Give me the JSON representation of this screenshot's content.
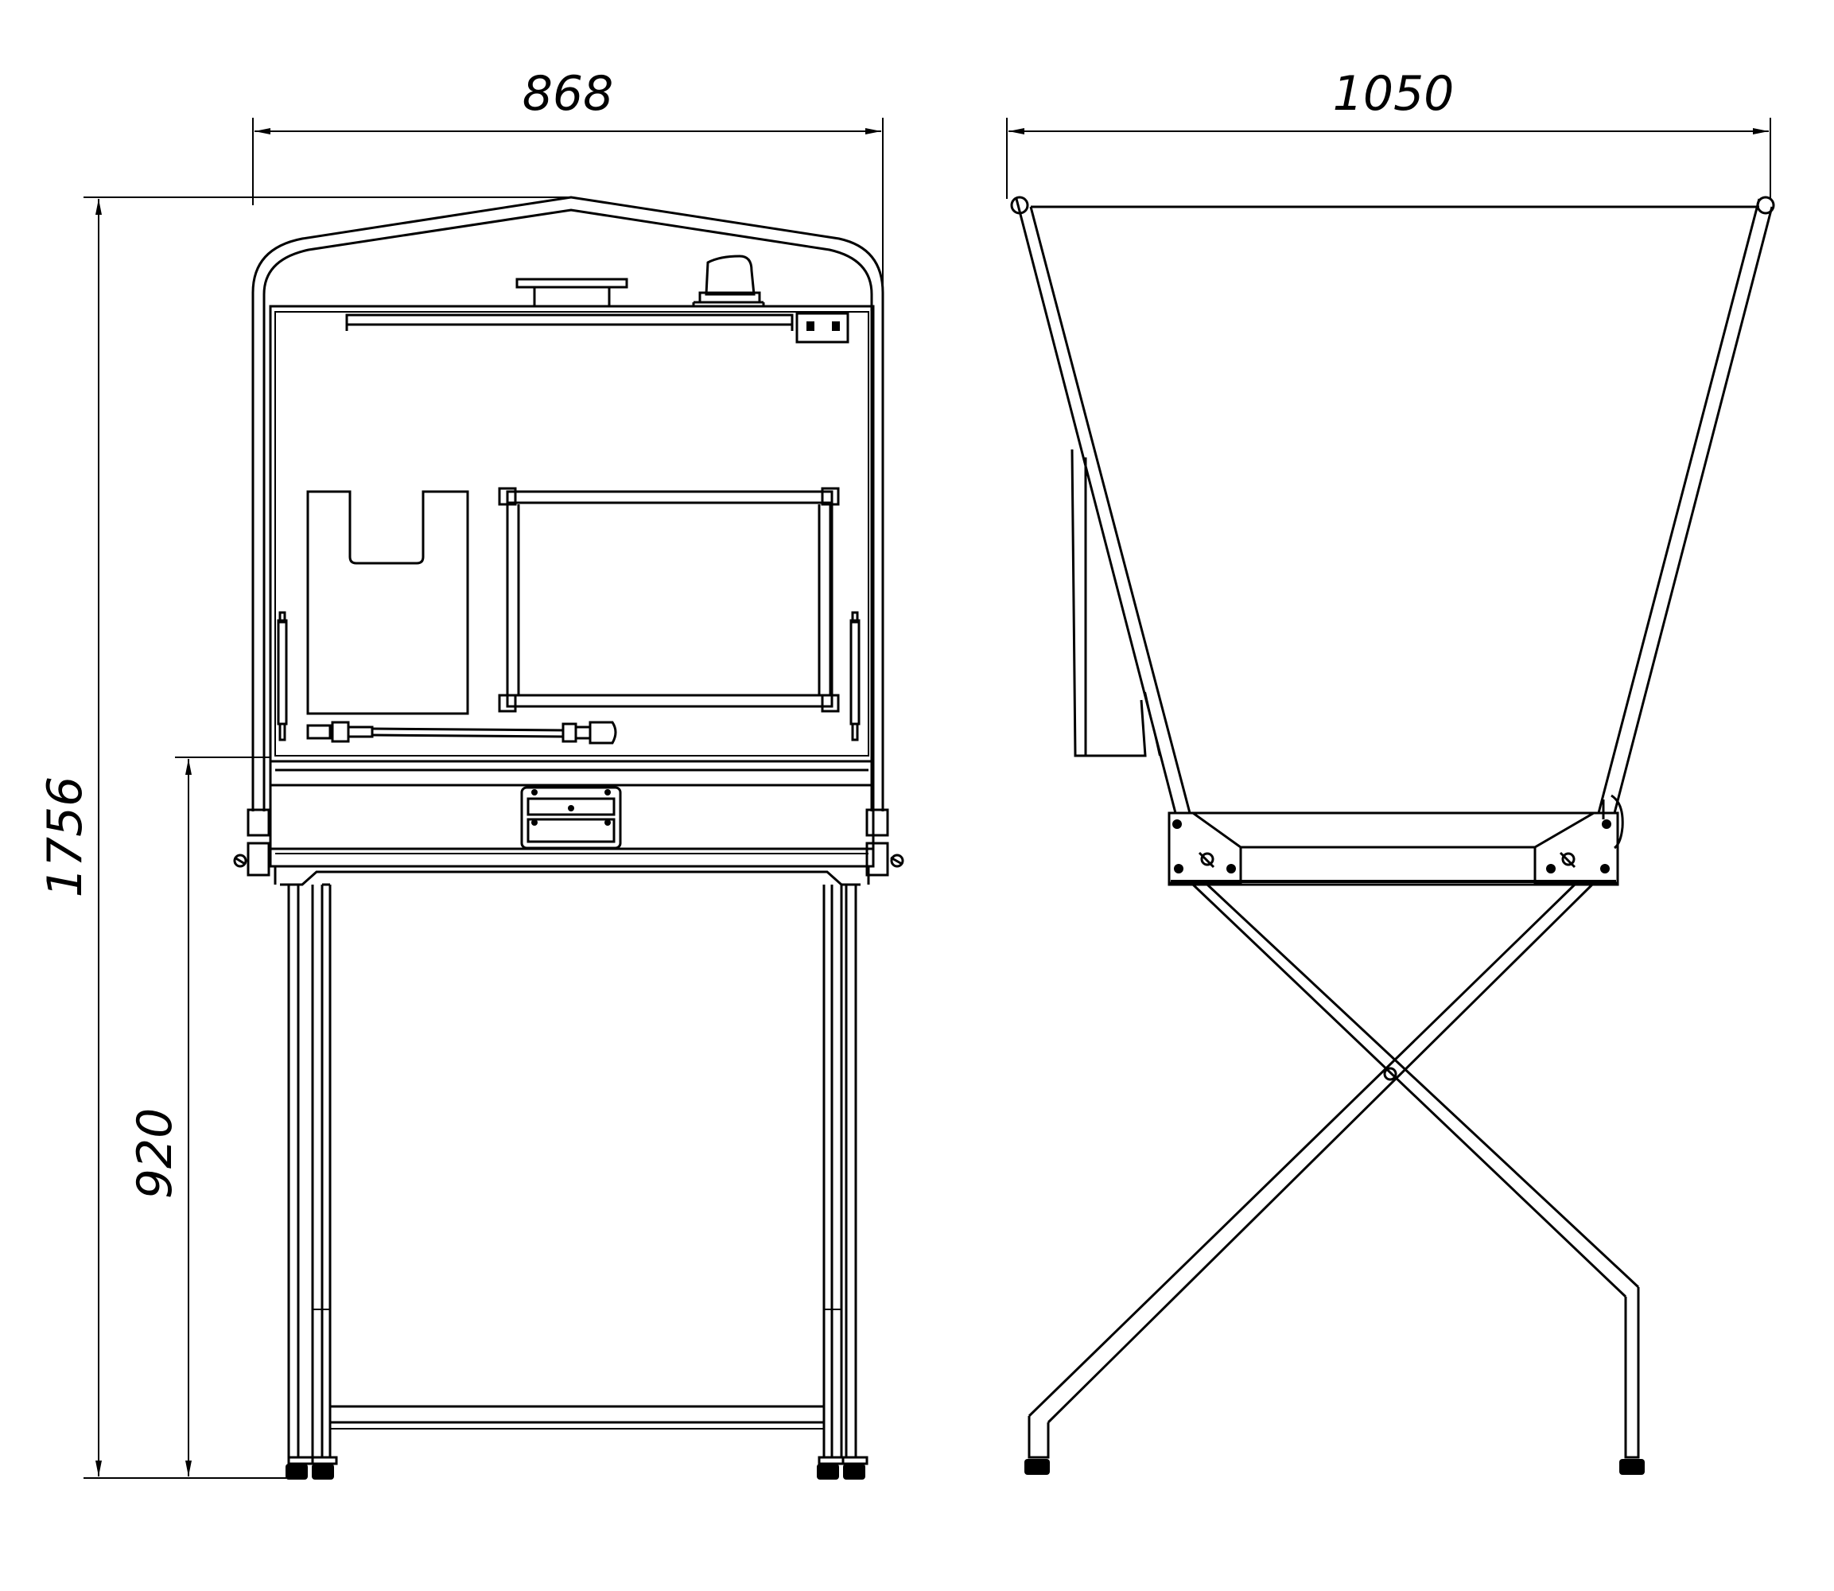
{
  "dimensions": {
    "front_width": "868",
    "side_width": "1050",
    "total_height": "1756",
    "table_height": "920"
  }
}
